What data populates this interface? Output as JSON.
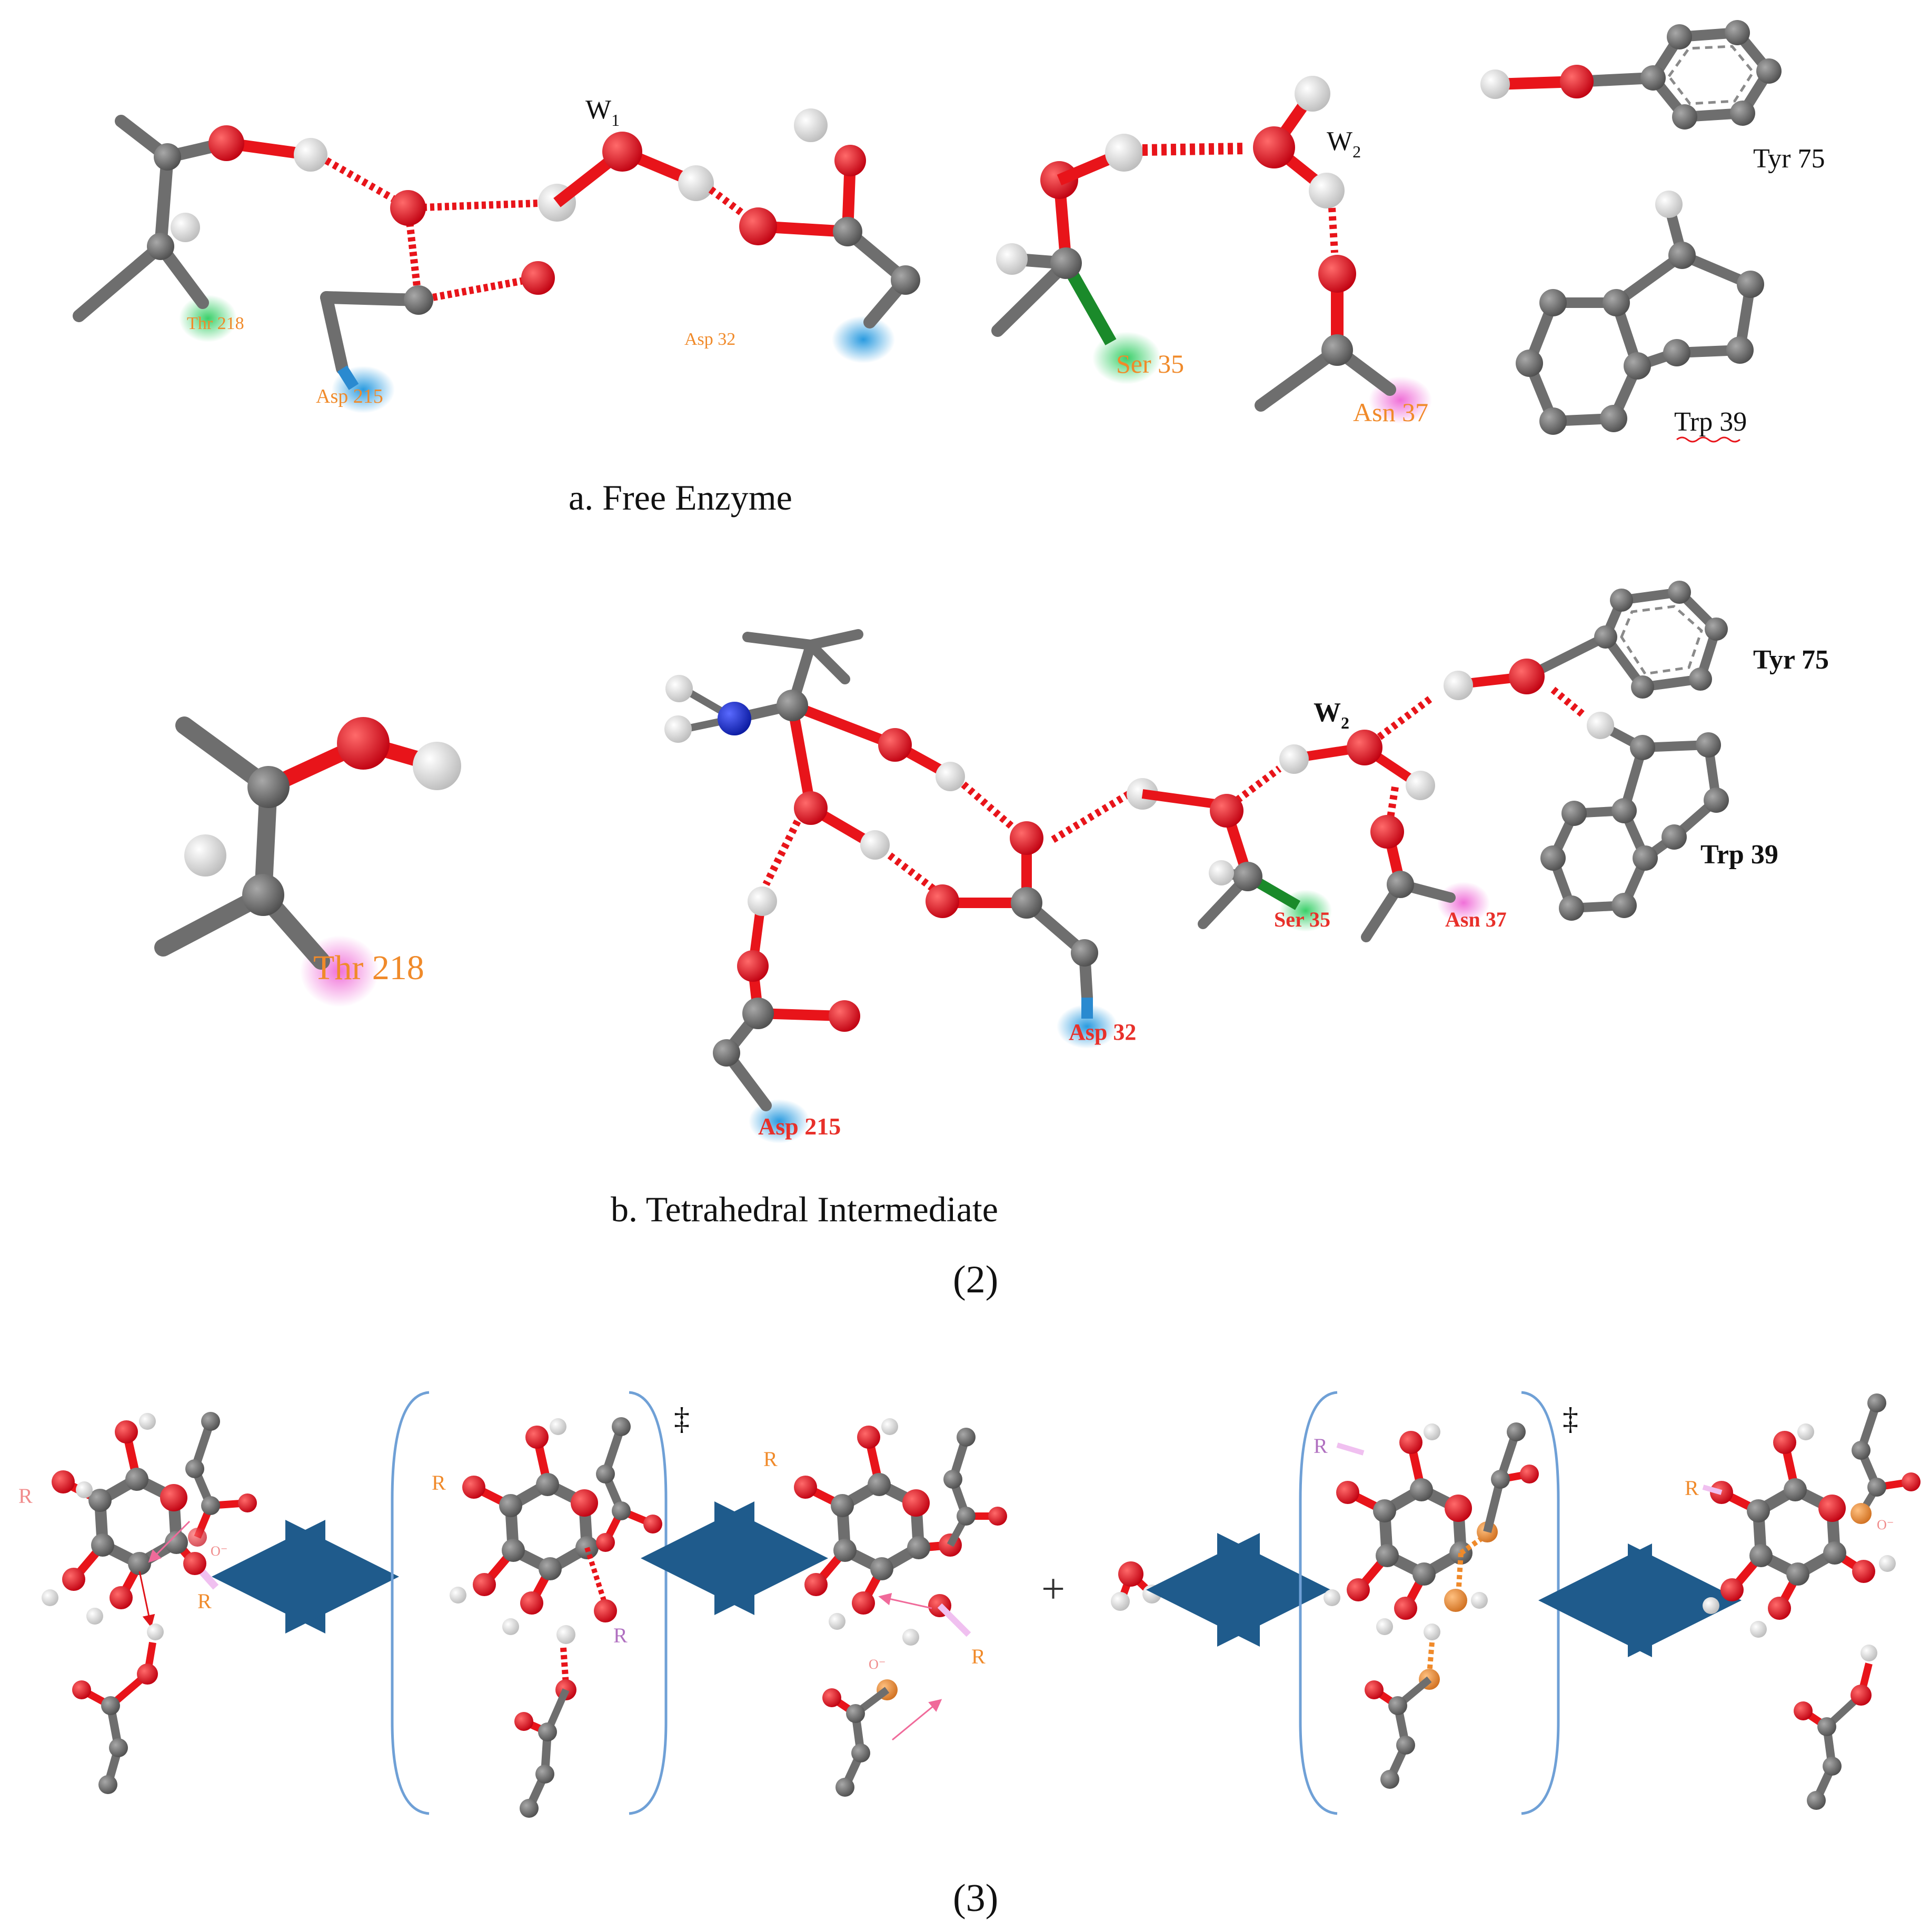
{
  "panel2": {
    "number": "(2)",
    "a": {
      "caption": "a. Free Enzyme",
      "labels": {
        "thr218": "Thr 218",
        "asp215": "Asp 215",
        "asp32": "Asp 32",
        "w1": "W",
        "w1_sub": "1",
        "ser35": "Ser 35",
        "w2": "W",
        "w2_sub": "2",
        "asn37": "Asn 37",
        "tyr75": "Tyr 75",
        "trp39": "Trp 39"
      }
    },
    "b": {
      "caption": "b. Tetrahedral  Intermediate",
      "labels": {
        "thr218": "Thr 218",
        "asp215": "Asp 215",
        "asp32": "Asp 32",
        "ser35": "Ser 35",
        "asn37": "Asn 37",
        "w2": "W",
        "w2_sub": "2",
        "tyr75": "Tyr 75",
        "trp39": "Trp 39"
      }
    }
  },
  "panel3": {
    "number": "(3)",
    "double_dagger": "‡",
    "plus": "+",
    "r_label": "R",
    "o_minus": "O⁻"
  },
  "colors": {
    "carbon": "#6e6e6e",
    "oxygen": "#e8141a",
    "hydrogen": "#f2f2f2",
    "nitrogen": "#1a2fd8",
    "arrow": "#1f5b8c",
    "bracket": "#6fa0d6",
    "label_orange": "#f08a2a",
    "label_red": "#e8302a",
    "curly_arrow": "#f06a9a"
  }
}
